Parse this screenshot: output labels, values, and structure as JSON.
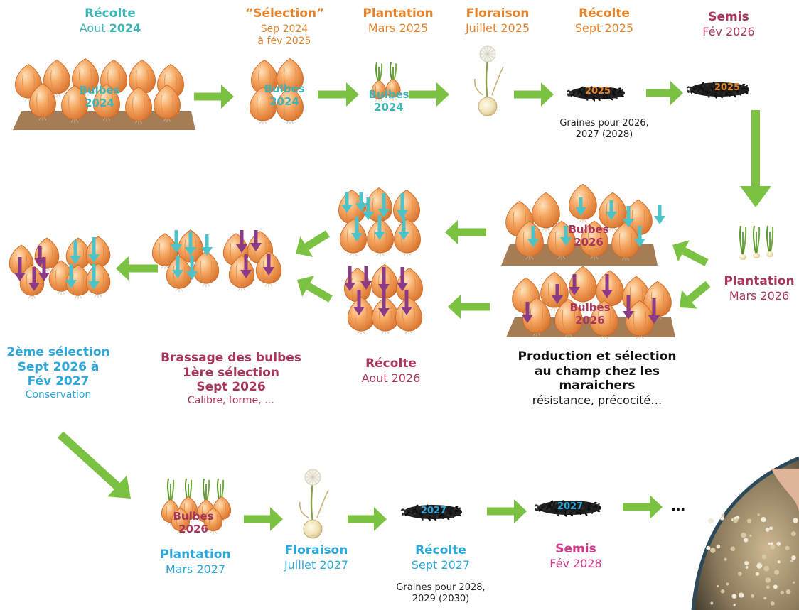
{
  "colors": {
    "teal": "#40b4b4",
    "orange": "#e5832c",
    "wine": "#a8355c",
    "blue": "#2ca7dc",
    "pink": "#d2388a",
    "arrow_green": "#7cc242",
    "onion": "#f29a55",
    "arrow_cyan": "#4cc3c8",
    "arrow_purple": "#8b3a86",
    "seed": "#1e1e1e"
  },
  "row1": {
    "s1": {
      "title": "Récolte",
      "date_prefix": "Aout ",
      "date_bold": "2024",
      "overlay1": "Bulbes",
      "overlay2": "2024"
    },
    "s2": {
      "title": "“Sélection”",
      "line1": "Sep 2024",
      "line2": "à fév 2025",
      "overlay1": "Bulbes",
      "overlay2": "2024"
    },
    "s3": {
      "title": "Plantation",
      "date": "Mars 2025",
      "overlay1": "Bulbes",
      "overlay2": "2024"
    },
    "s4": {
      "title": "Floraison",
      "date": "Juillet 2025"
    },
    "s5": {
      "title": "Récolte",
      "date": "Sept 2025",
      "seed_label": "2025",
      "caption1": "Graines pour 2026,",
      "caption2": "2027 (2028)"
    },
    "s6": {
      "title": "Semis",
      "date": "Fév 2026",
      "seed_label": "2025"
    }
  },
  "row2": {
    "plantation": {
      "title": "Plantation",
      "date": "Mars 2026"
    },
    "field": {
      "overlay1": "Bulbes",
      "overlay2": "2026",
      "overlay3": "Bulbes",
      "overlay4": "2026",
      "line1": "Production et sélection",
      "line2": "au champ chez les",
      "line3": "maraichers",
      "line4": "résistance, précocité…"
    },
    "recolte": {
      "title": "Récolte",
      "date": "Aout 2026"
    },
    "brassage": {
      "line1": "Brassage des bulbes",
      "line2": "1ère sélection",
      "line3": "Sept 2026",
      "line4": "Calibre, forme, …"
    },
    "second": {
      "line1": "2ème sélection",
      "line2": "Sept 2026 à",
      "line3": "Fév 2027",
      "line4": "Conservation"
    }
  },
  "row3": {
    "plantation": {
      "title": "Plantation",
      "date": "Mars 2027",
      "overlay1": "Bulbes",
      "overlay2": "2026"
    },
    "floraison": {
      "title": "Floraison",
      "date": "Juillet 2027"
    },
    "recolte": {
      "title": "Récolte",
      "date": "Sept 2027",
      "seed_label": "2027",
      "caption1": "Graines pour 2028,",
      "caption2": "2029 (2030)"
    },
    "semis": {
      "title": "Semis",
      "date": "Fév 2028",
      "seed_label": "2027"
    },
    "ellipsis": "…"
  },
  "photo": {
    "icon": "seed-head-photo"
  }
}
